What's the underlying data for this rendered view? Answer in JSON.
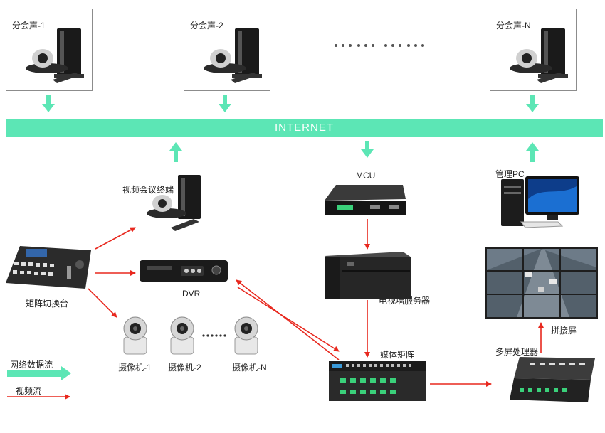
{
  "sites": [
    "分会声-1",
    "分会声-2",
    "分会声-N"
  ],
  "network_label": "INTERNET",
  "devices": {
    "video_terminal": "视频会议终端",
    "mcu": "MCU",
    "admin_pc": "管理PC",
    "matrix_switcher": "矩阵切换台",
    "dvr": "DVR",
    "tv_wall_server": "电视墙服务器",
    "splice_screen": "拼接屏",
    "media_matrix": "媒体矩阵",
    "multi_screen_processor": "多屏处理器",
    "cameras": [
      "摄像机-1",
      "摄像机-2",
      "摄像机-N"
    ]
  },
  "legend": {
    "network_flow": "网络数据流",
    "video_flow": "视频流"
  },
  "colors": {
    "network": "#5ce6b5",
    "video": "#e8281e"
  }
}
